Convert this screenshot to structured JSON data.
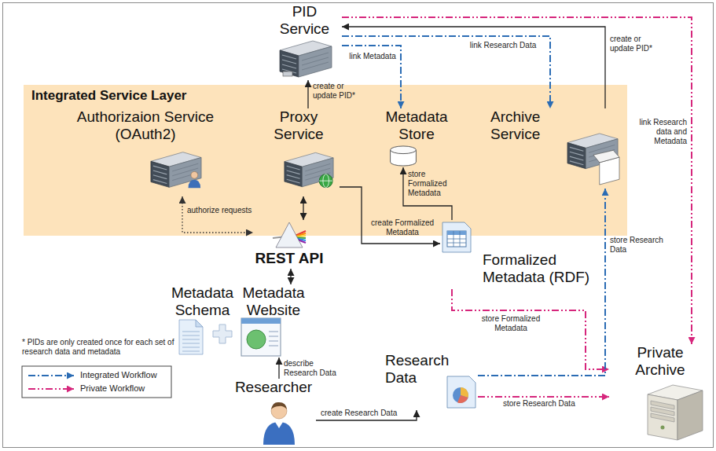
{
  "diagram": {
    "nodes": [
      {
        "text": [
          "PID Service"
        ]
      },
      {
        "text": [
          "Integrated Service Layer"
        ]
      },
      {
        "text": [
          "Authorizaion Service (OAuth2)"
        ],
        "in": 1
      },
      {
        "text": [
          "Proxy Service"
        ],
        "in": 1
      },
      {
        "text": [
          "Metadata Store"
        ],
        "in": 1
      },
      {
        "text": [
          "Archive Service"
        ],
        "in": 1
      },
      {
        "text": [
          "REST API"
        ]
      },
      {
        "text": [
          "Formalized Metadata (RDF)"
        ]
      },
      {
        "text": [
          "Metadata Schema"
        ]
      },
      {
        "text": [
          "Metadata Website"
        ]
      },
      {
        "text": [
          "Researcher"
        ]
      },
      {
        "text": [
          "Research Data"
        ]
      },
      {
        "text": [
          "Private Archive"
        ]
      }
    ],
    "edges": [
      {
        "from": 3,
        "to": 0,
        "arrow": "to",
        "label": "create or update PID*"
      },
      {
        "from": 0,
        "to": 4,
        "arrow": "to",
        "label": "link Metadata"
      },
      {
        "from": 0,
        "to": 5,
        "arrow": "to",
        "label": "link Research Data"
      },
      {
        "from": 5,
        "to": 0,
        "arrow": "to",
        "label": "create or update PID*"
      },
      {
        "from": 0,
        "to": 12,
        "arrow": "to",
        "label": "link Research data and Metadata"
      },
      {
        "from": 2,
        "to": 6,
        "arrow": "both",
        "label": "authorize requests"
      },
      {
        "from": 3,
        "to": 6,
        "arrow": "both"
      },
      {
        "from": 3,
        "to": 7,
        "arrow": "to",
        "label": "create Formalized Metadata"
      },
      {
        "from": 7,
        "to": 4,
        "arrow": "to",
        "label": "store Formalized Metadata"
      },
      {
        "from": 7,
        "to": 12,
        "arrow": "to",
        "label": "store Formalized Metadata"
      },
      {
        "from": 10,
        "to": 9,
        "arrow": "to",
        "label": "describe Research Data"
      },
      {
        "from": 10,
        "to": 11,
        "arrow": "to",
        "label": "create Research Data"
      },
      {
        "from": 11,
        "to": 5,
        "arrow": "to",
        "label": "store Research Data"
      },
      {
        "from": 11,
        "to": 12,
        "arrow": "to",
        "label": "store Research Data"
      },
      {
        "from": 6,
        "to": 9,
        "arrow": "both"
      }
    ],
    "labels": [
      "* PIDs are only created once for each set of research data and metadata"
    ],
    "legend": [
      {
        "text": "Integrated Workflow"
      },
      {
        "text": "Private Workflow"
      }
    ]
  }
}
